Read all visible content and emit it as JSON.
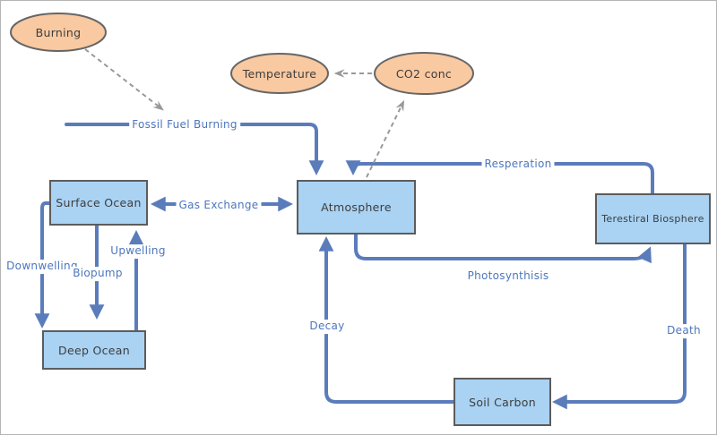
{
  "diagram": {
    "nodes": {
      "burning": {
        "label": "Burning"
      },
      "temperature": {
        "label": "Temperature"
      },
      "co2_conc": {
        "label": "CO2 conc"
      },
      "surface_ocean": {
        "label": "Surface Ocean"
      },
      "atmosphere": {
        "label": "Atmosphere"
      },
      "terrestrial_biosphere": {
        "label": "Terestiral Biosphere"
      },
      "deep_ocean": {
        "label": "Deep Ocean"
      },
      "soil_carbon": {
        "label": "Soil Carbon"
      }
    },
    "edges": {
      "fossil_fuel_burning": {
        "label": "Fossil Fuel Burning"
      },
      "gas_exchange": {
        "label": "Gas Exchange"
      },
      "resperation": {
        "label": "Resperation"
      },
      "photosynthisis": {
        "label": "Photosynthisis"
      },
      "downwelling": {
        "label": "Downwelling"
      },
      "biopump": {
        "label": "Biopump"
      },
      "upwelling": {
        "label": "Upwelling"
      },
      "decay": {
        "label": "Decay"
      },
      "death": {
        "label": "Death"
      }
    },
    "colors": {
      "background": "#ffffff",
      "box_fill": "#a9d2f3",
      "box_border": "#5c5c5c",
      "ellipse_fill": "#f9c9a1",
      "ellipse_border": "#666666",
      "arrow": "#5b7cbb",
      "edge_label_text": "#4d76bd",
      "node_text": "#3d3d3d",
      "dashed_arrow": "#999999"
    }
  }
}
